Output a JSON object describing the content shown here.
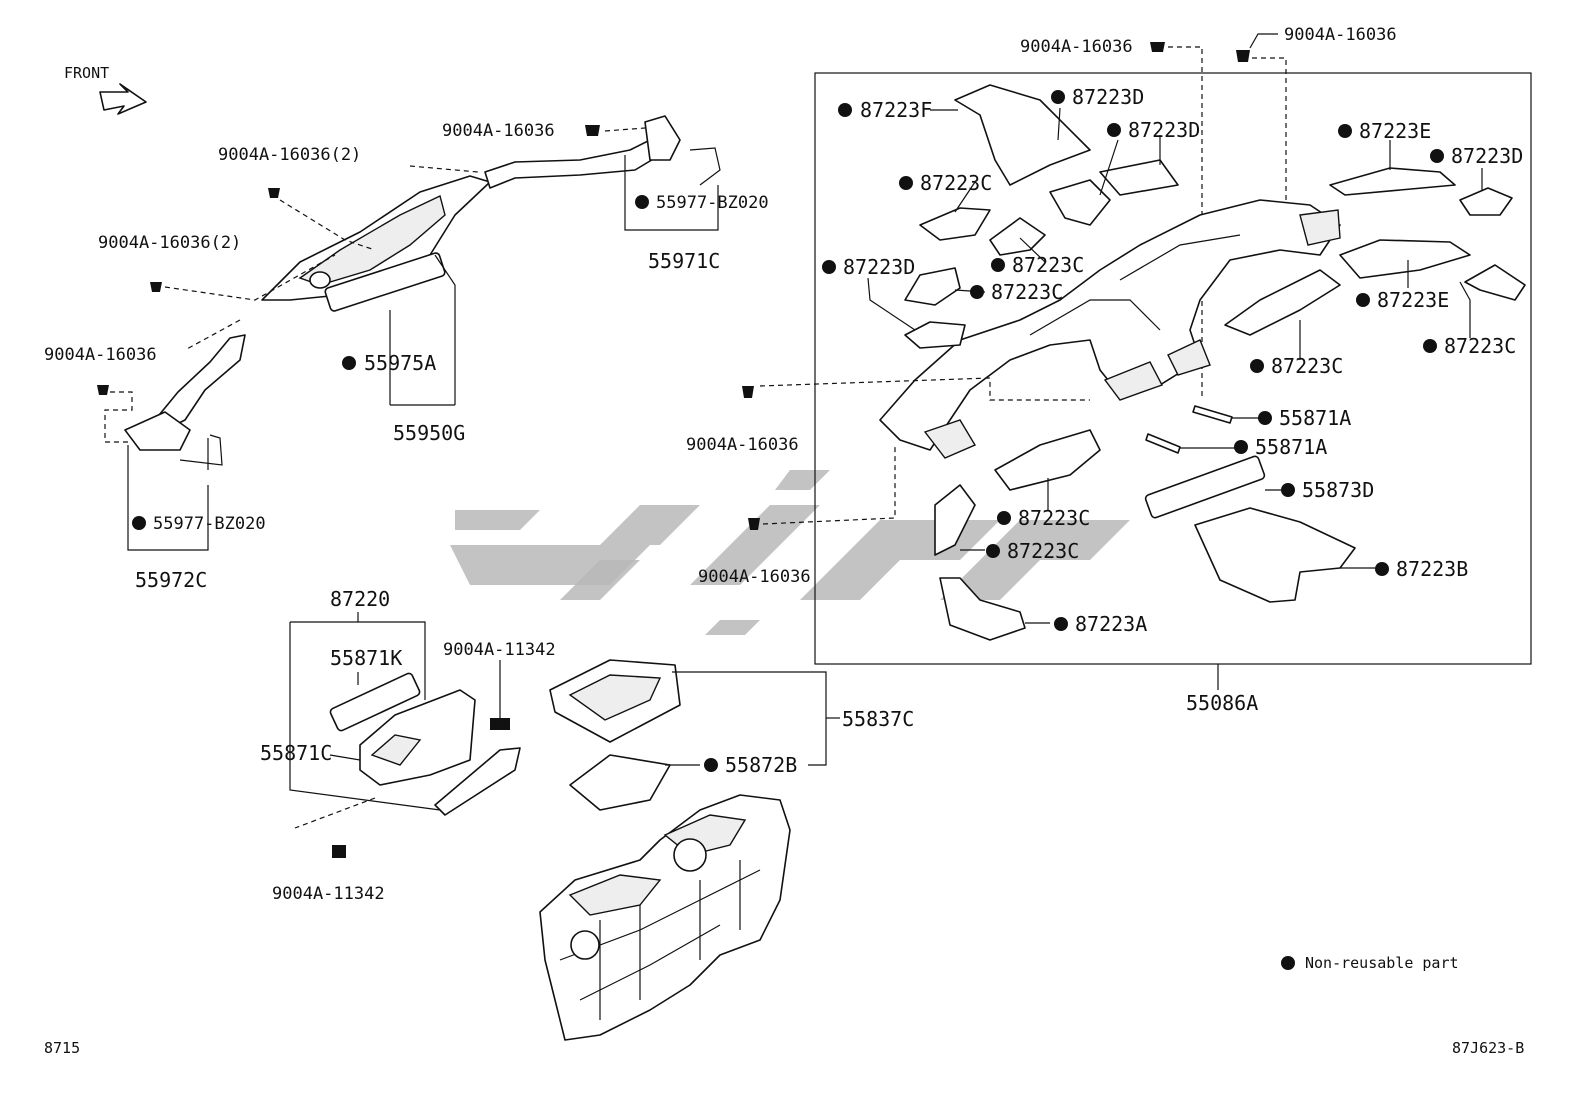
{
  "labels": {
    "front": "FRONT",
    "clip": "9004A-16036",
    "clip_x2": "9004A-16036(2)",
    "bolt": "9004A-11342",
    "p55977": "55977-BZ020",
    "p55971C": "55971C",
    "p55972C": "55972C",
    "p55975A": "55975A",
    "p55950G": "55950G",
    "p87220": "87220",
    "p55871K": "55871K",
    "p55871C": "55871C",
    "p55837C": "55837C",
    "p55872B": "55872B",
    "p55086A": "55086A",
    "p87223F": "87223F",
    "p87223D": "87223D",
    "p87223C": "87223C",
    "p87223E": "87223E",
    "p87223B": "87223B",
    "p87223A": "87223A",
    "p55871A": "55871A",
    "p55873D": "55873D"
  },
  "legend": {
    "text": "Non-reusable part"
  },
  "footer": {
    "left": "8715",
    "right": "87J623-B"
  },
  "colors": {
    "ink": "#111111",
    "watermark": "#b9b9b9",
    "background": "#ffffff"
  }
}
